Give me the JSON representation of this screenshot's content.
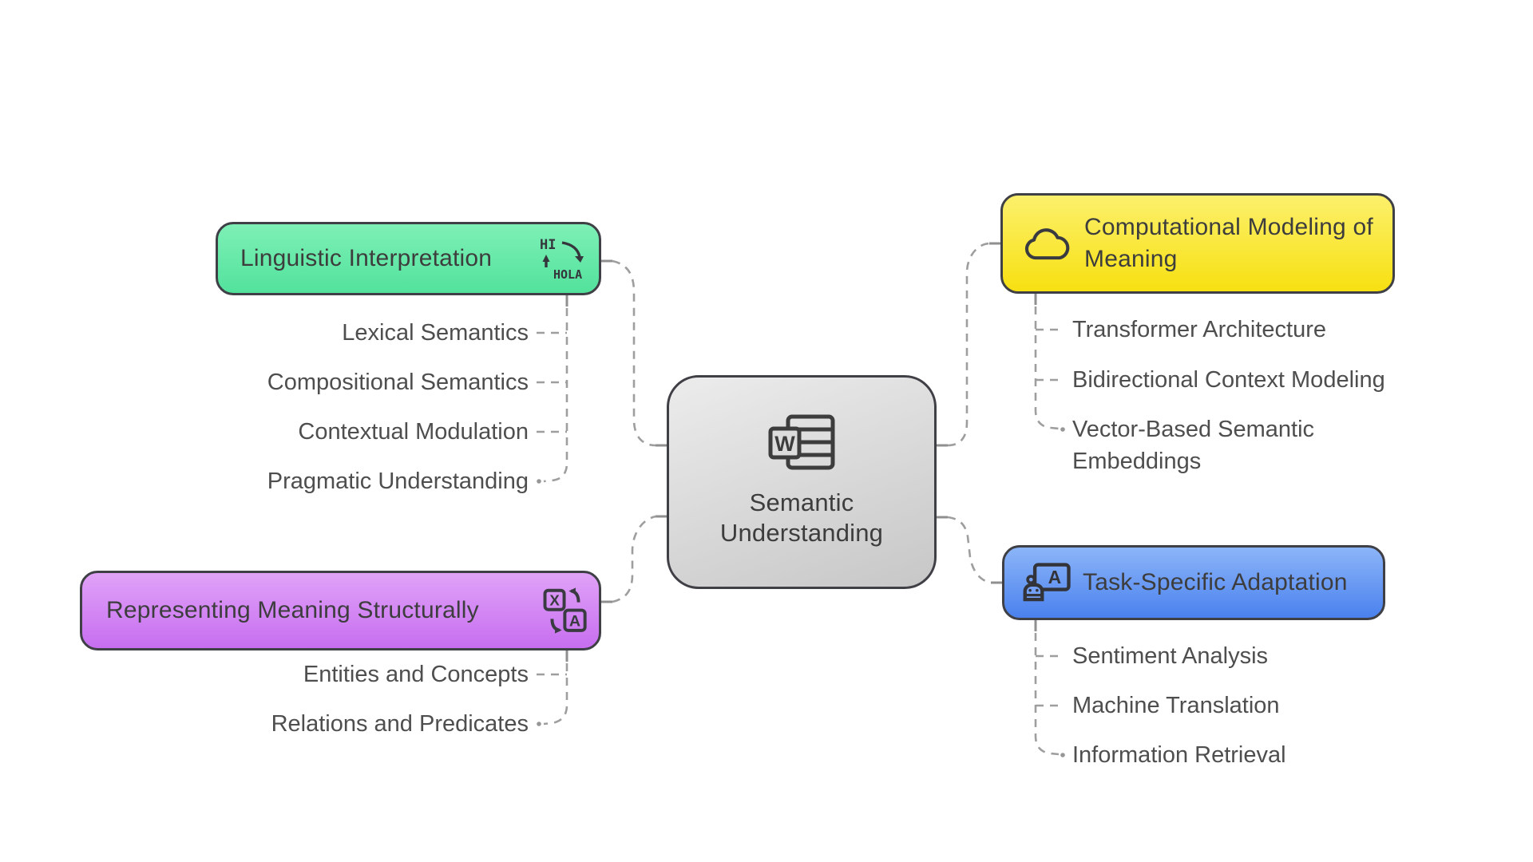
{
  "diagram": {
    "type": "mindmap",
    "center": {
      "label_line1": "Semantic",
      "label_line2": "Understanding",
      "icon": "word-document-icon",
      "icon_letter": "W"
    },
    "branches": [
      {
        "label": "Linguistic Interpretation",
        "icon": "translation-greeting-icon",
        "icon_text_top": "HI",
        "icon_text_bottom": "HOLA",
        "color": "#52e29c",
        "children": [
          "Lexical Semantics",
          "Compositional Semantics",
          "Contextual Modulation",
          "Pragmatic Understanding"
        ]
      },
      {
        "label": "Representing Meaning Structurally",
        "icon": "translate-characters-icon",
        "icon_letter_top": "X",
        "icon_letter_bottom": "A",
        "color": "#c76ef0",
        "children": [
          "Entities and Concepts",
          "Relations and Predicates"
        ]
      },
      {
        "label": "Computational Modeling of Meaning",
        "icon": "cloud-icon",
        "color": "#f7e011",
        "children": [
          "Transformer Architecture",
          "Bidirectional Context Modeling",
          "Vector-Based Semantic Embeddings"
        ]
      },
      {
        "label": "Task-Specific Adaptation",
        "icon": "robot-language-icon",
        "icon_letter": "A",
        "color": "#4a81ee",
        "children": [
          "Sentiment Analysis",
          "Machine Translation",
          "Information Retrieval"
        ]
      }
    ],
    "colors": {
      "center_fill": "#c9c9c9",
      "border": "#3f3f46",
      "connector": "#9e9e9e",
      "title_text": "#3d3d3d",
      "child_text": "#4e4e4e"
    }
  }
}
